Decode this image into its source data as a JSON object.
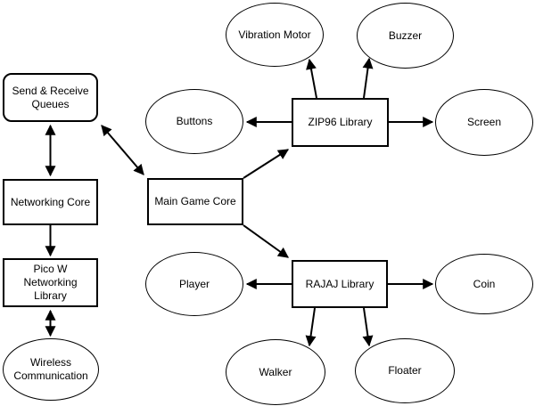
{
  "diagram": {
    "nodes": {
      "send_receive_queues": {
        "label": "Send & Receive Queues",
        "shape": "rounded-rectangle"
      },
      "networking_core": {
        "label": "Networking Core",
        "shape": "rectangle"
      },
      "pico_w_networking_library": {
        "label": "Pico W Networking Library",
        "shape": "rectangle"
      },
      "main_game_core": {
        "label": "Main Game Core",
        "shape": "rectangle"
      },
      "zip96_library": {
        "label": "ZIP96 Library",
        "shape": "rectangle"
      },
      "rajaj_library": {
        "label": "RAJAJ Library",
        "shape": "rectangle"
      },
      "vibration_motor": {
        "label": "Vibration Motor",
        "shape": "ellipse"
      },
      "buzzer": {
        "label": "Buzzer",
        "shape": "ellipse"
      },
      "buttons": {
        "label": "Buttons",
        "shape": "ellipse"
      },
      "screen": {
        "label": "Screen",
        "shape": "ellipse"
      },
      "player": {
        "label": "Player",
        "shape": "ellipse"
      },
      "coin": {
        "label": "Coin",
        "shape": "ellipse"
      },
      "wireless_communication": {
        "label": "Wireless Communication",
        "shape": "ellipse"
      },
      "walker": {
        "label": "Walker",
        "shape": "ellipse"
      },
      "floater": {
        "label": "Floater",
        "shape": "ellipse"
      }
    },
    "edges": [
      {
        "from": "send_receive_queues",
        "to": "networking_core",
        "direction": "bidirectional"
      },
      {
        "from": "networking_core",
        "to": "pico_w_networking_library",
        "direction": "one-way"
      },
      {
        "from": "pico_w_networking_library",
        "to": "wireless_communication",
        "direction": "bidirectional"
      },
      {
        "from": "send_receive_queues",
        "to": "main_game_core",
        "direction": "bidirectional"
      },
      {
        "from": "main_game_core",
        "to": "zip96_library",
        "direction": "one-way"
      },
      {
        "from": "main_game_core",
        "to": "rajaj_library",
        "direction": "one-way"
      },
      {
        "from": "zip96_library",
        "to": "buttons",
        "direction": "one-way"
      },
      {
        "from": "zip96_library",
        "to": "screen",
        "direction": "one-way"
      },
      {
        "from": "zip96_library",
        "to": "vibration_motor",
        "direction": "one-way"
      },
      {
        "from": "zip96_library",
        "to": "buzzer",
        "direction": "one-way"
      },
      {
        "from": "rajaj_library",
        "to": "player",
        "direction": "one-way"
      },
      {
        "from": "rajaj_library",
        "to": "coin",
        "direction": "one-way"
      },
      {
        "from": "rajaj_library",
        "to": "walker",
        "direction": "one-way"
      },
      {
        "from": "rajaj_library",
        "to": "floater",
        "direction": "one-way"
      }
    ],
    "colors": {
      "stroke": "#000000",
      "fill": "#ffffff",
      "text": "#000000",
      "background": "#ffffff"
    }
  }
}
